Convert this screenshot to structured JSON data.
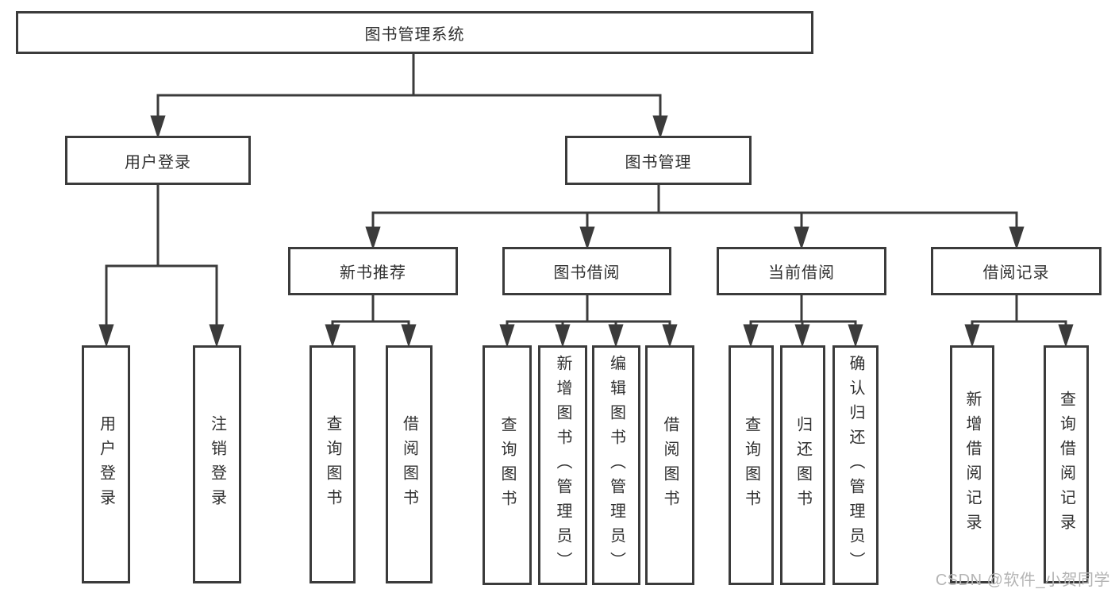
{
  "tree": {
    "root": {
      "label": "图书管理系统",
      "children": [
        {
          "label": "用户登录",
          "children": [
            {
              "label": "用户登录"
            },
            {
              "label": "注销登录"
            }
          ]
        },
        {
          "label": "图书管理",
          "children": [
            {
              "label": "新书推荐",
              "children": [
                {
                  "label": "查询图书"
                },
                {
                  "label": "借阅图书"
                }
              ]
            },
            {
              "label": "图书借阅",
              "children": [
                {
                  "label": "查询图书"
                },
                {
                  "label": "新增图书（管理员）"
                },
                {
                  "label": "编辑图书（管理员）"
                },
                {
                  "label": "借阅图书"
                }
              ]
            },
            {
              "label": "当前借阅",
              "children": [
                {
                  "label": "查询图书"
                },
                {
                  "label": "归还图书"
                },
                {
                  "label": "确认归还（管理员）"
                }
              ]
            },
            {
              "label": "借阅记录",
              "children": [
                {
                  "label": "新增借阅记录"
                },
                {
                  "label": "查询借阅记录"
                }
              ]
            }
          ]
        }
      ]
    }
  },
  "watermark": {
    "text": "CSDN @软件_小贺同学"
  },
  "colors": {
    "line": "#3b3b3b",
    "box_border": "#3b3b3b",
    "text": "#303030",
    "watermark": "#b4b4b4",
    "background": "#ffffff"
  }
}
